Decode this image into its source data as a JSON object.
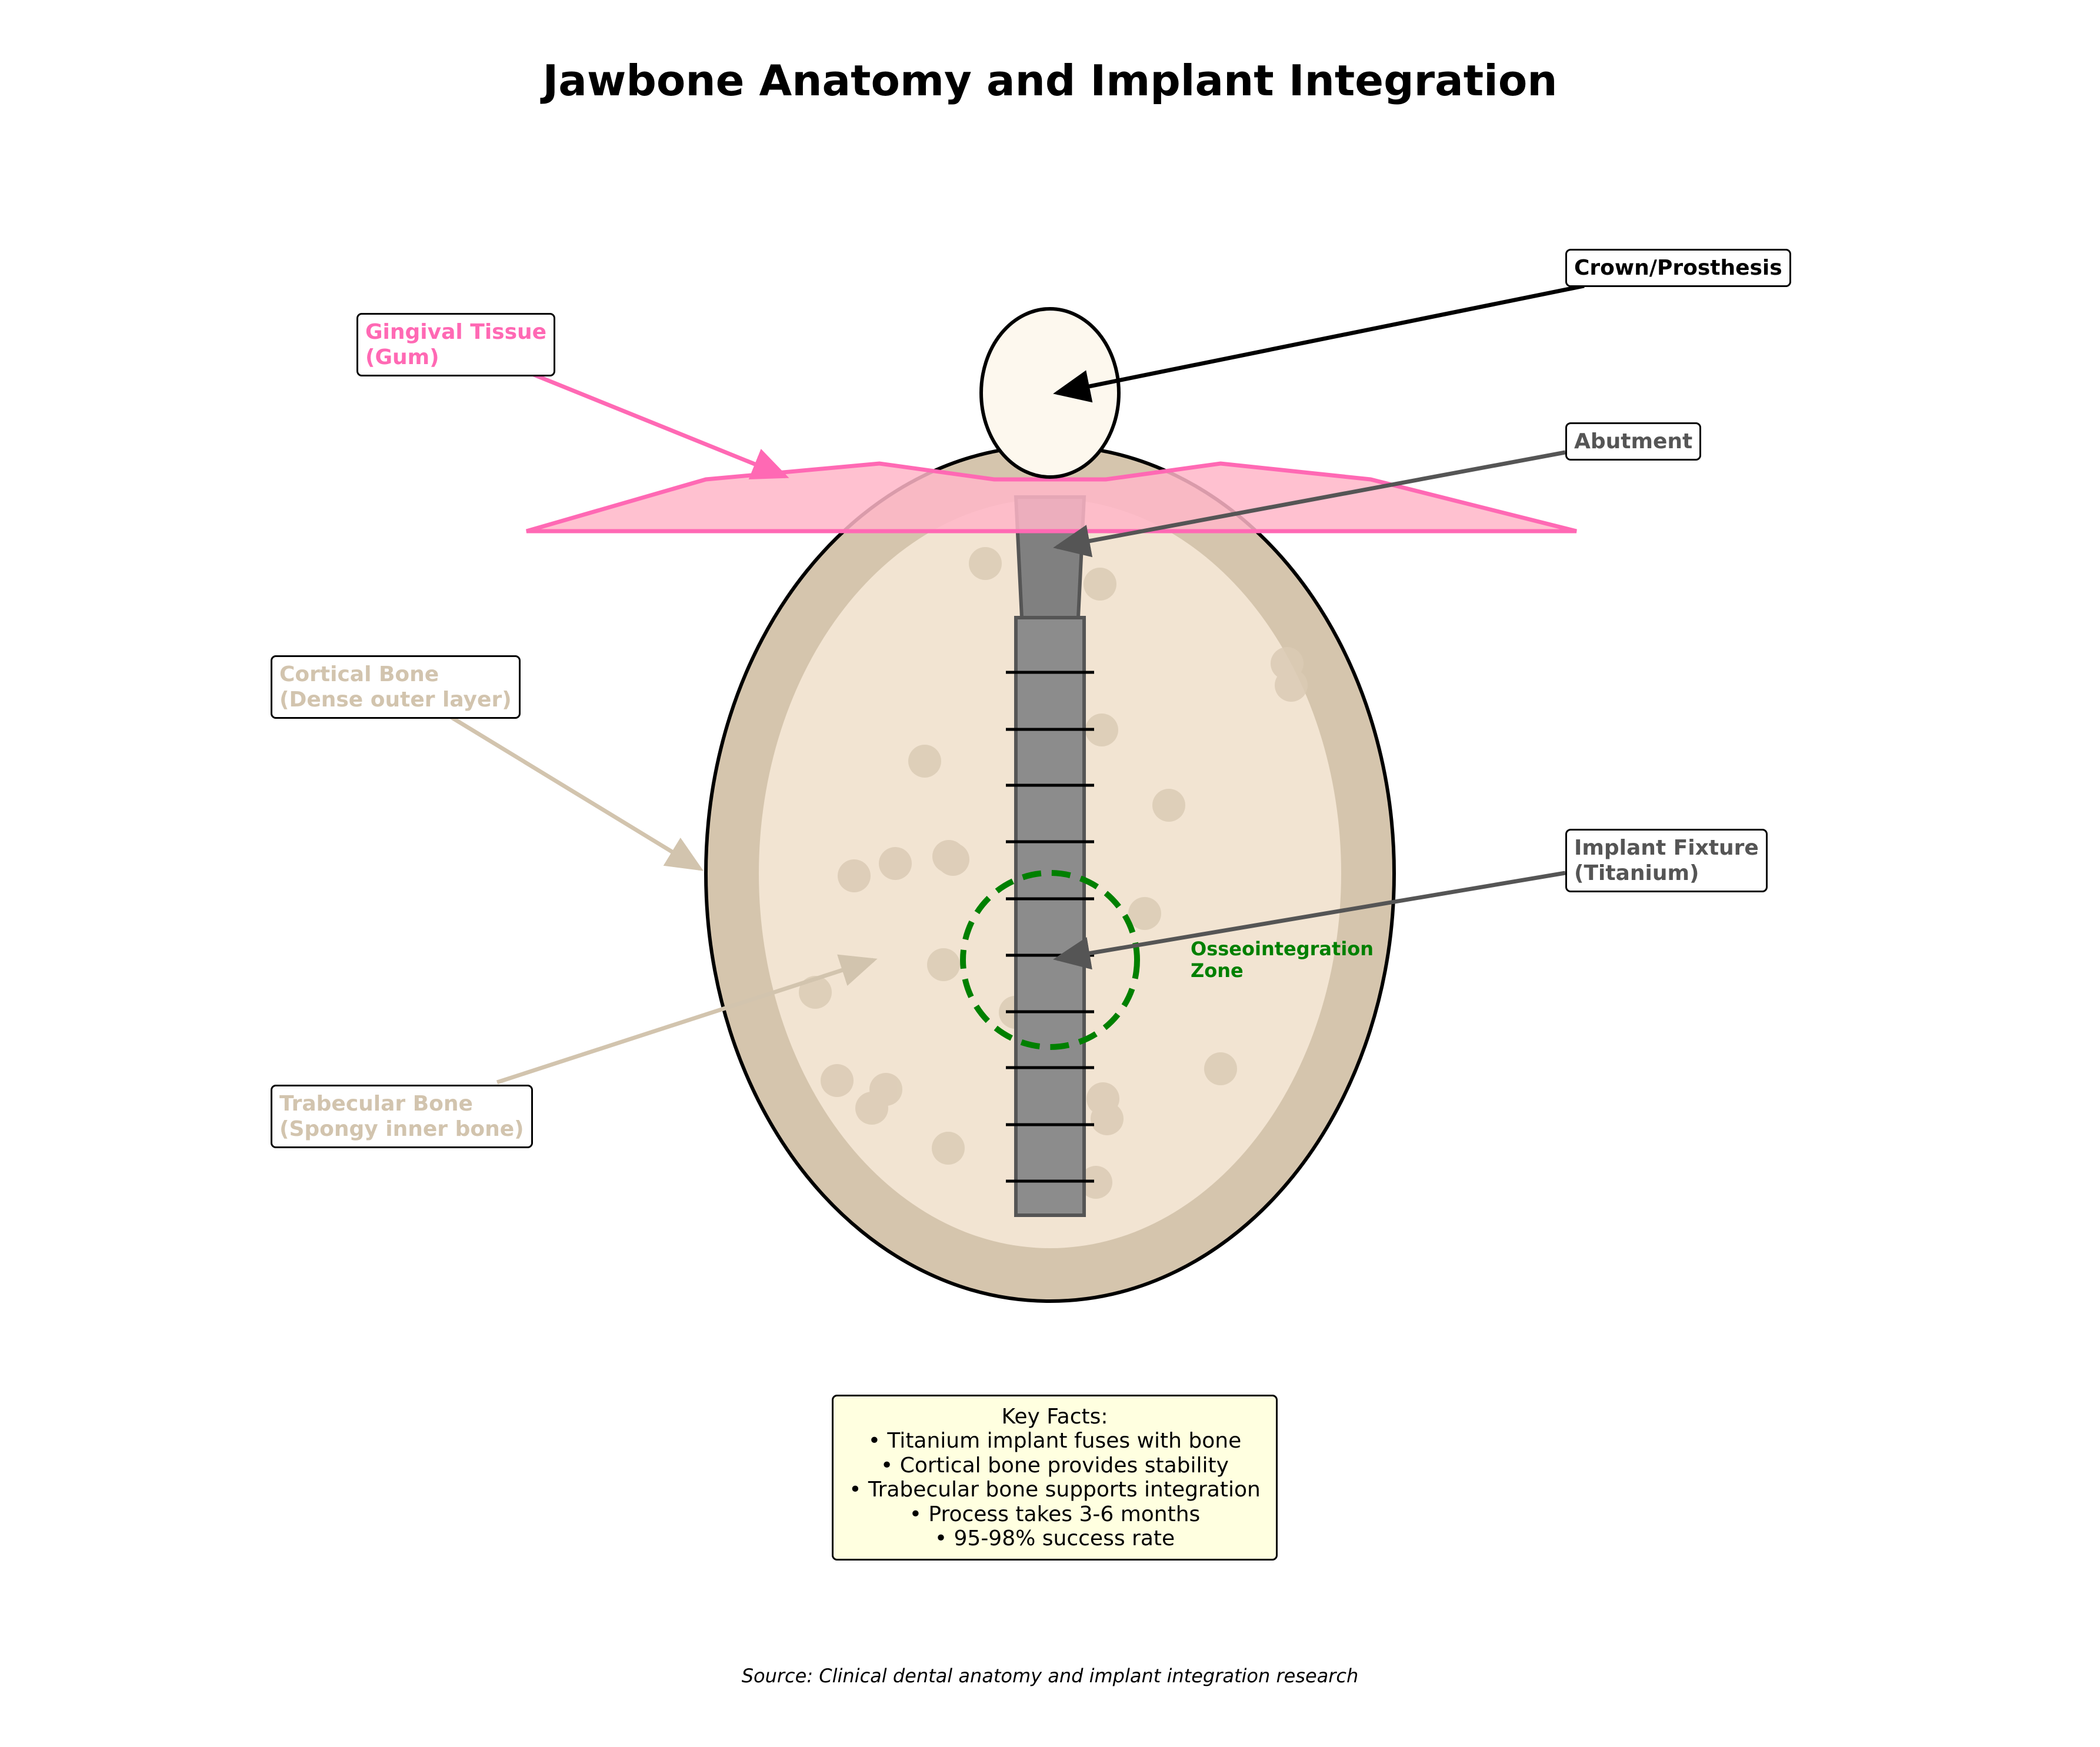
{
  "title": "Jawbone Anatomy and Implant Integration",
  "labels": {
    "gingival": {
      "line1": "Gingival Tissue",
      "line2": "(Gum)",
      "color": "#ff69b4"
    },
    "crown": {
      "line1": "Crown/Prosthesis",
      "color": "#000000"
    },
    "abutment": {
      "line1": "Abutment",
      "color": "#555555"
    },
    "cortical": {
      "line1": "Cortical Bone",
      "line2": "(Dense outer layer)",
      "color": "#d2c4ae"
    },
    "fixture": {
      "line1": "Implant Fixture",
      "line2": "(Titanium)",
      "color": "#555555"
    },
    "trabecular": {
      "line1": "Trabecular Bone",
      "line2": "(Spongy inner bone)",
      "color": "#d2c4ae"
    },
    "osseointegration": {
      "line1": "Osseointegration",
      "line2": "Zone",
      "color": "#008000"
    }
  },
  "key_facts": {
    "heading": "Key Facts:",
    "items": [
      "• Titanium implant fuses with bone",
      "• Cortical bone provides stability",
      "• Trabecular bone supports integration",
      "• Process takes 3-6 months",
      "• 95-98% success rate"
    ]
  },
  "source": "Source: Clinical dental anatomy and implant integration research",
  "colors": {
    "cortical_fill": "#d5c5ad",
    "trabecular_fill": "#f2e4d2",
    "gum_fill": "#ffb6c8",
    "gum_stroke": "#ff69b4",
    "crown_fill": "#fdf8ee",
    "implant_fill": "#8c8c8c",
    "implant_stroke": "#555555",
    "osseo_stroke": "#008000"
  }
}
